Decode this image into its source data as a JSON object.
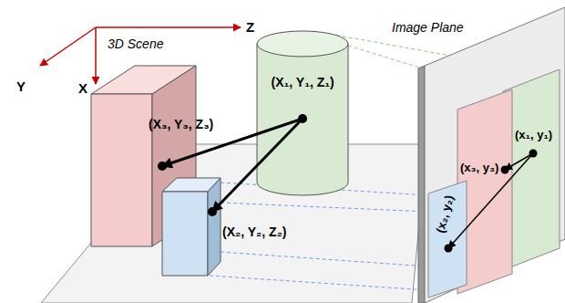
{
  "diagram": {
    "nodes": [
      {
        "text": [
          "(X₁, Y₁, Z₁)"
        ]
      },
      {
        "text": [
          "(X₃, Y₃, Z₃)"
        ]
      },
      {
        "text": [
          "(X₂, Y₂, Z₂)"
        ]
      },
      {
        "text": [
          "Image Plane"
        ]
      },
      {
        "text": [
          "(x₁, y₁)"
        ],
        "in": 3
      },
      {
        "text": [
          "(x₃, y₃)"
        ],
        "in": 3
      },
      {
        "text": [
          "(x₂, y₂)"
        ],
        "in": 3
      }
    ],
    "edges": [
      {
        "from": 0,
        "to": 1,
        "arrow": "to"
      },
      {
        "from": 0,
        "to": 2,
        "arrow": "to"
      },
      {
        "from": 4,
        "to": 5,
        "arrow": "to"
      },
      {
        "from": 4,
        "to": 6,
        "arrow": "to"
      }
    ],
    "labels": [
      "3D Scene",
      "X",
      "Y",
      "Z"
    ]
  }
}
